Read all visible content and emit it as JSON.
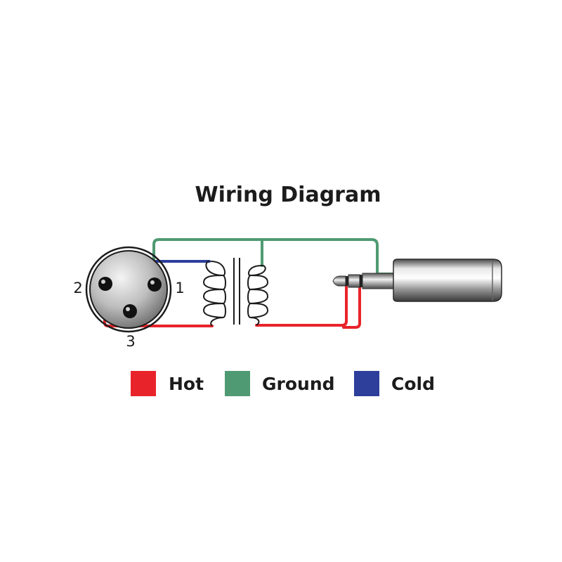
{
  "title": "Wiring Diagram",
  "colors": {
    "hot": "#e8242a",
    "ground": "#4f9a72",
    "cold": "#2d3f9b"
  },
  "connector": {
    "type": "XLR",
    "pins": [
      "1",
      "2",
      "3"
    ]
  },
  "jack": {
    "type": "1/4 inch TRS jack"
  },
  "legend": [
    {
      "key": "hot",
      "label": "Hot",
      "color": "#e8242a"
    },
    {
      "key": "ground",
      "label": "Ground",
      "color": "#4f9a72"
    },
    {
      "key": "cold",
      "label": "Cold",
      "color": "#2d3f9b"
    }
  ]
}
